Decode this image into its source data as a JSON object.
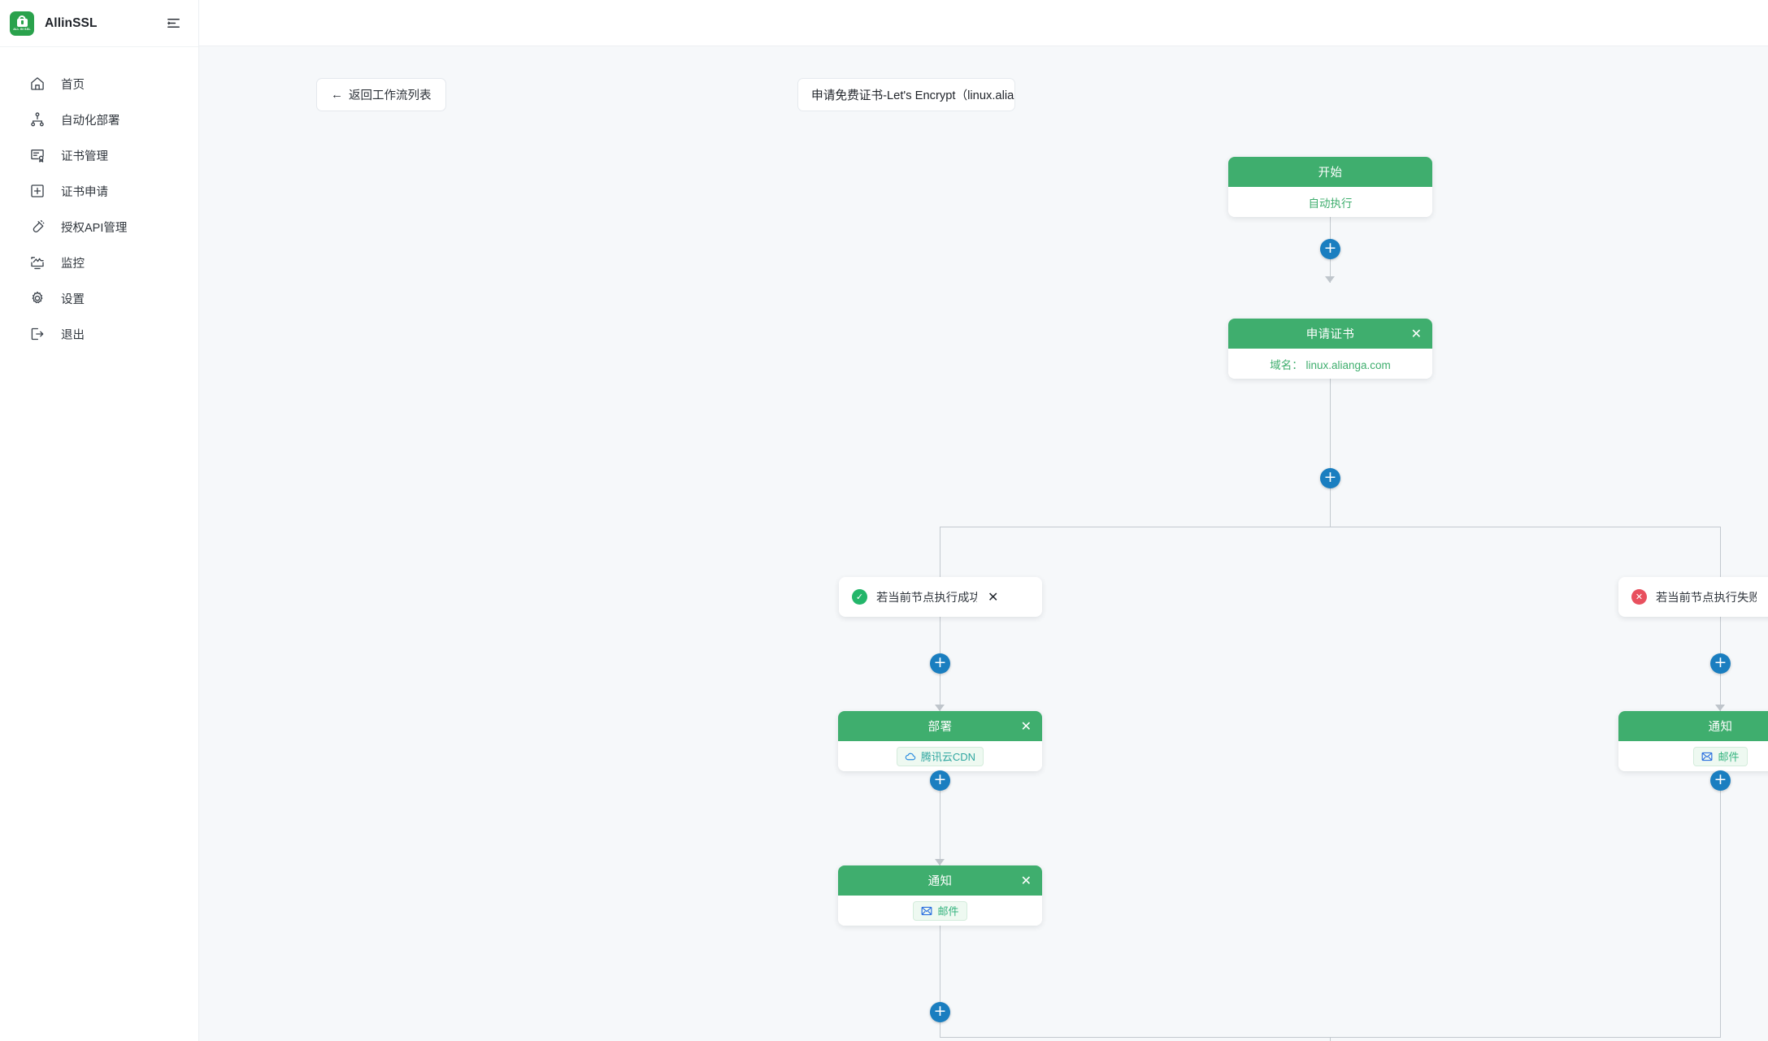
{
  "app": {
    "brand": "AllinSSL",
    "collapse_icon": "sidebar-collapse-icon"
  },
  "sidebar": {
    "items": [
      {
        "label": "首页",
        "icon": "home-icon",
        "active": true
      },
      {
        "label": "自动化部署",
        "icon": "sitemap-icon",
        "active": false
      },
      {
        "label": "证书管理",
        "icon": "certificate-icon",
        "active": false
      },
      {
        "label": "证书申请",
        "icon": "plus-square-icon",
        "active": false
      },
      {
        "label": "授权API管理",
        "icon": "plug-icon",
        "active": false
      },
      {
        "label": "监控",
        "icon": "monitor-icon",
        "active": false
      },
      {
        "label": "设置",
        "icon": "gear-icon",
        "active": false
      },
      {
        "label": "退出",
        "icon": "logout-icon",
        "active": false
      }
    ]
  },
  "toolbar": {
    "back_label": "返回工作流列表",
    "back_arrow": "←",
    "workflow_title": "申请免费证书-Let's Encrypt（linux.alianga."
  },
  "canvas": {
    "plus_glyph": "+",
    "close_glyph": "✕",
    "nodes": {
      "start": {
        "title": "开始",
        "body": "自动执行",
        "closable": false
      },
      "apply_cert": {
        "title": "申请证书",
        "body_label": "域名：",
        "body_value": "linux.alianga.com",
        "closable": true
      },
      "cond_success": {
        "text": "若当前节点执行成功·",
        "badge": "check-circle-icon",
        "badge_glyph": "✓",
        "badge_color": "#23b66a"
      },
      "cond_fail": {
        "text": "若当前节点执行失败·",
        "badge": "error-circle-icon",
        "badge_glyph": "✕",
        "badge_color": "#e8505e"
      },
      "deploy": {
        "title": "部署",
        "tag_label": "腾讯云CDN",
        "tag_icon": "cloud-icon",
        "closable": true
      },
      "notify_left": {
        "title": "通知",
        "tag_label": "邮件",
        "tag_icon": "mail-icon",
        "closable": true
      },
      "notify_right": {
        "title": "通知",
        "tag_label": "邮件",
        "tag_icon": "mail-icon",
        "closable": true
      }
    }
  },
  "colors": {
    "node_header_green": "#3fae6e",
    "node_text_green": "#3fae6e",
    "plus_blue": "#1a7ec0",
    "connector_gray": "#c3c9cf",
    "success_green": "#23b66a",
    "error_red": "#e8505e",
    "canvas_bg": "#f6f8fa",
    "logo_green": "#2aa24c"
  }
}
